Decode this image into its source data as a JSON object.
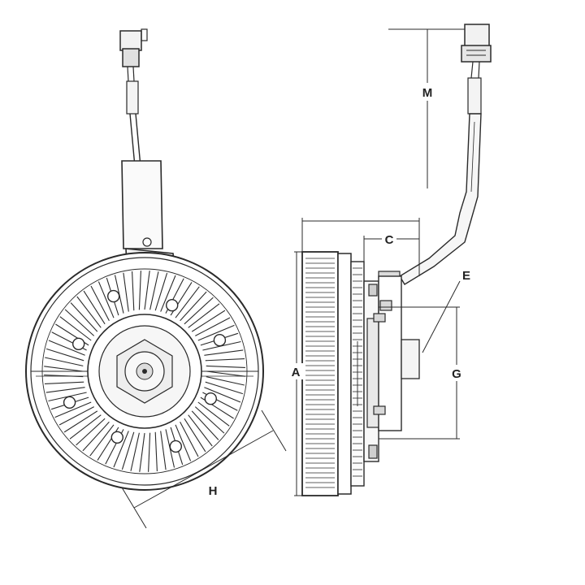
{
  "diagram": {
    "dimension_labels": {
      "A": "A",
      "C": "C",
      "E": "E",
      "G": "G",
      "H": "H",
      "M": "M"
    },
    "colors": {
      "ink": "#2a2a2a",
      "fill_light": "#f2f2f2",
      "fill_mid": "#dcdcdc",
      "background": "#ffffff"
    }
  }
}
